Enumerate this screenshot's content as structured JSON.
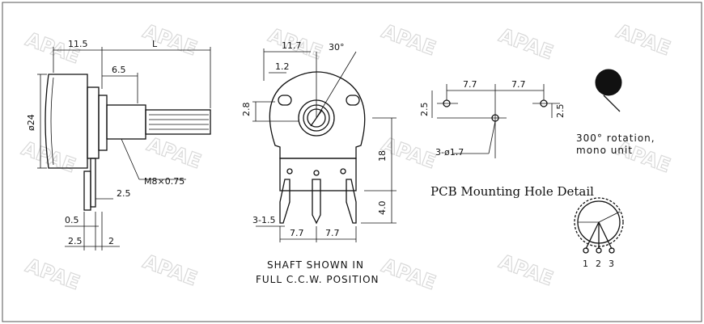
{
  "watermark": "APAE",
  "side_view": {
    "dims": [
      "11.5",
      "L",
      "6.5",
      "ø24",
      "M8×0.75",
      "2.5",
      "0.5",
      "2.5",
      "2"
    ]
  },
  "front_view": {
    "dims": [
      "11.7",
      "30°",
      "1.2",
      "2.8",
      "18",
      "4.0",
      "3-1.5",
      "7.7",
      "7.7"
    ]
  },
  "pcb_detail": {
    "dims": [
      "7.7",
      "7.7",
      "2.5",
      "2.5",
      "3-ø1.7"
    ],
    "title": "PCB Mounting Hole Detail"
  },
  "rotation_note": [
    "300° rotation,",
    "mono unit"
  ],
  "caption": [
    "SHAFT SHOWN IN",
    "FULL C.C.W. POSITION"
  ],
  "pins": [
    "1",
    "2",
    "3"
  ]
}
